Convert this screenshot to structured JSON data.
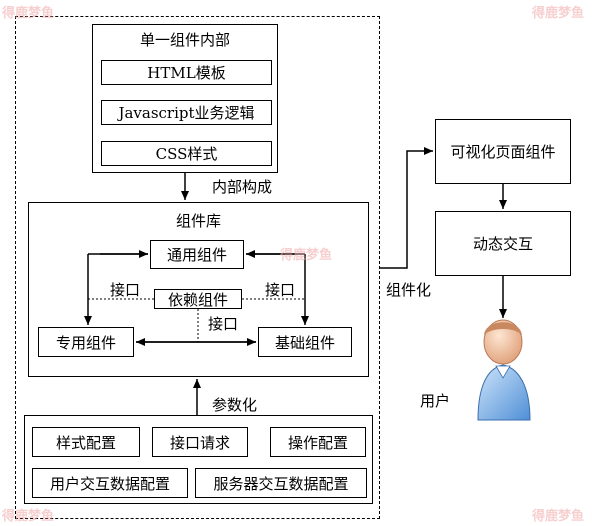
{
  "watermark": "得鹿梦鱼",
  "single_component": {
    "title": "单一组件内部",
    "items": [
      "HTML模板",
      "Javascript业务逻辑",
      "CSS样式"
    ]
  },
  "arrow_labels": {
    "internal": "内部构成",
    "parameterize": "参数化",
    "componentize": "组件化"
  },
  "library": {
    "title": "组件库",
    "common": "通用组件",
    "dependency": "依赖组件",
    "special": "专用组件",
    "basic": "基础组件",
    "interface": "接口"
  },
  "config": {
    "items": [
      "样式配置",
      "接口请求",
      "操作配置",
      "用户交互数据配置",
      "服务器交互数据配置"
    ]
  },
  "right_flow": {
    "visual": "可视化页面组件",
    "dynamic": "动态交互",
    "user": "用户"
  }
}
